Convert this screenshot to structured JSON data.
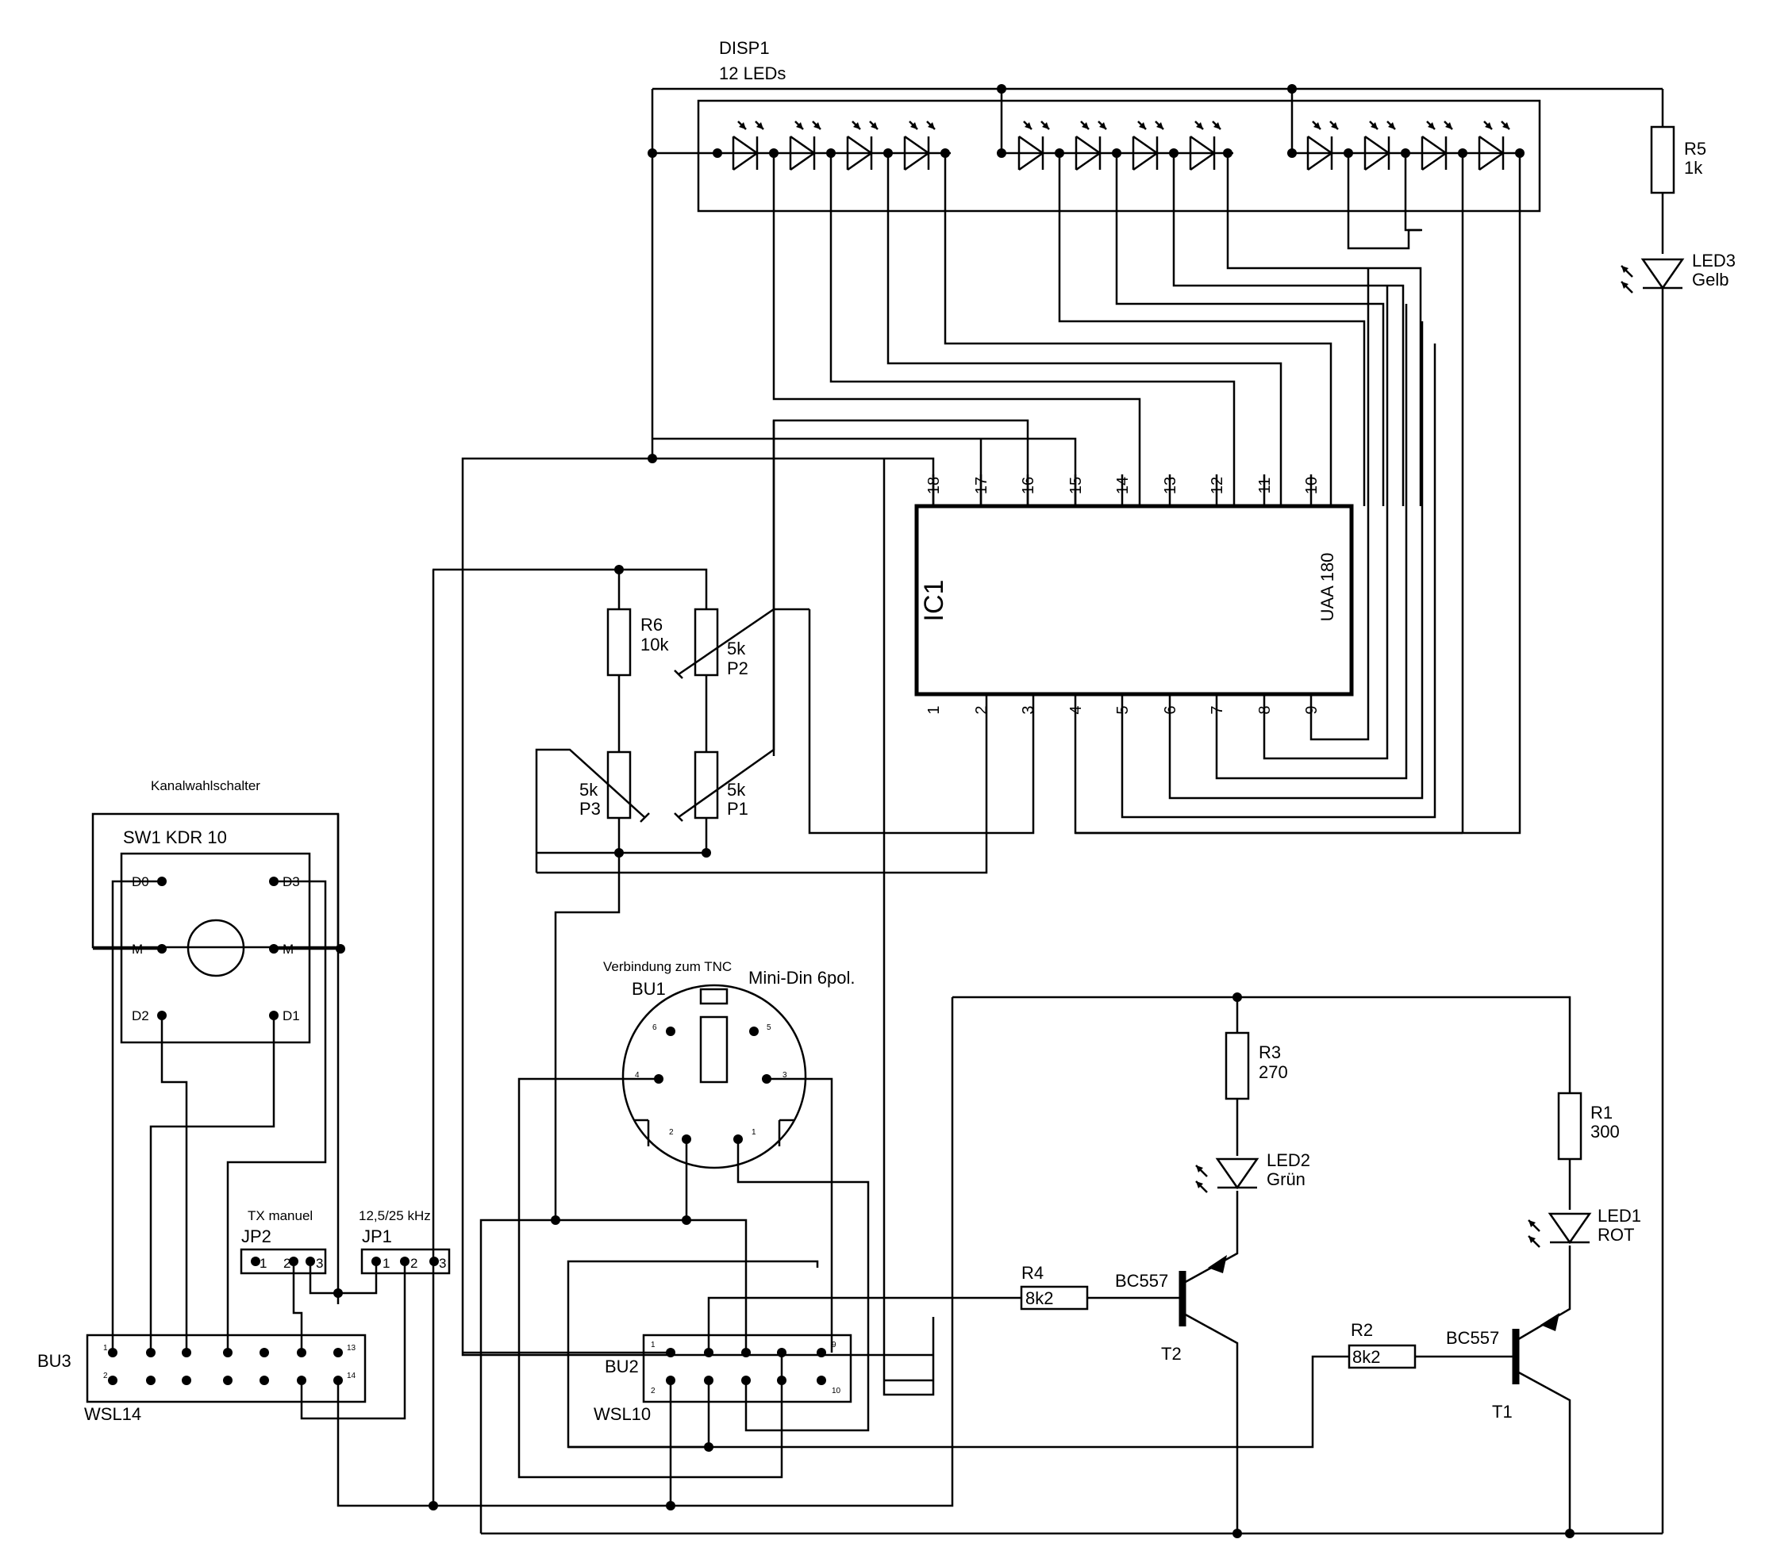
{
  "disp1": {
    "ref": "DISP1",
    "desc": "12 LEDs"
  },
  "ic1": {
    "ref": "IC1",
    "part": "UAA 180",
    "top_pins": [
      "18",
      "17",
      "16",
      "15",
      "14",
      "13",
      "12",
      "11",
      "10"
    ],
    "bottom_pins": [
      "1",
      "2",
      "3",
      "4",
      "5",
      "6",
      "7",
      "8",
      "9"
    ]
  },
  "r5": {
    "ref": "R5",
    "value": "1k"
  },
  "led3": {
    "ref": "LED3",
    "color": "Gelb"
  },
  "r6": {
    "ref": "R6",
    "value": "10k"
  },
  "p2": {
    "value": "5k",
    "ref": "P2"
  },
  "p3": {
    "value": "5k",
    "ref": "P3"
  },
  "p1": {
    "value": "5k",
    "ref": "P1"
  },
  "switch": {
    "title": "Kanalwahlschalter",
    "ref": "SW1  KDR 10",
    "labels": [
      "D0",
      "D3",
      "M",
      "M",
      "D2",
      "D1"
    ]
  },
  "bu1": {
    "note": "Verbindung zum TNC",
    "ref": "BU1",
    "type": "Mini-Din 6pol.",
    "pins": [
      "6",
      "5",
      "4",
      "3",
      "2",
      "1"
    ]
  },
  "r3": {
    "ref": "R3",
    "value": "270"
  },
  "led2": {
    "ref": "LED2",
    "color": "Grün"
  },
  "r1": {
    "ref": "R1",
    "value": "300"
  },
  "led1": {
    "ref": "LED1",
    "color": "ROT"
  },
  "r4": {
    "ref": "R4",
    "value": "8k2"
  },
  "r2": {
    "ref": "R2",
    "value": "8k2"
  },
  "t2": {
    "type": "BC557",
    "ref": "T2"
  },
  "t1": {
    "type": "BC557",
    "ref": "T1"
  },
  "jp2": {
    "title": "TX manuel",
    "ref": "JP2",
    "pins": [
      "1",
      "2",
      "3"
    ]
  },
  "jp1": {
    "title": "12,5/25 kHz",
    "ref": "JP1",
    "pins": [
      "1",
      "2",
      "3"
    ]
  },
  "bu3": {
    "ref": "BU3",
    "type": "WSL14",
    "pin_marks": [
      "1",
      "13",
      "2",
      "14"
    ]
  },
  "bu2": {
    "ref": "BU2",
    "type": "WSL10",
    "pin_marks": [
      "1",
      "9",
      "2",
      "10"
    ]
  }
}
